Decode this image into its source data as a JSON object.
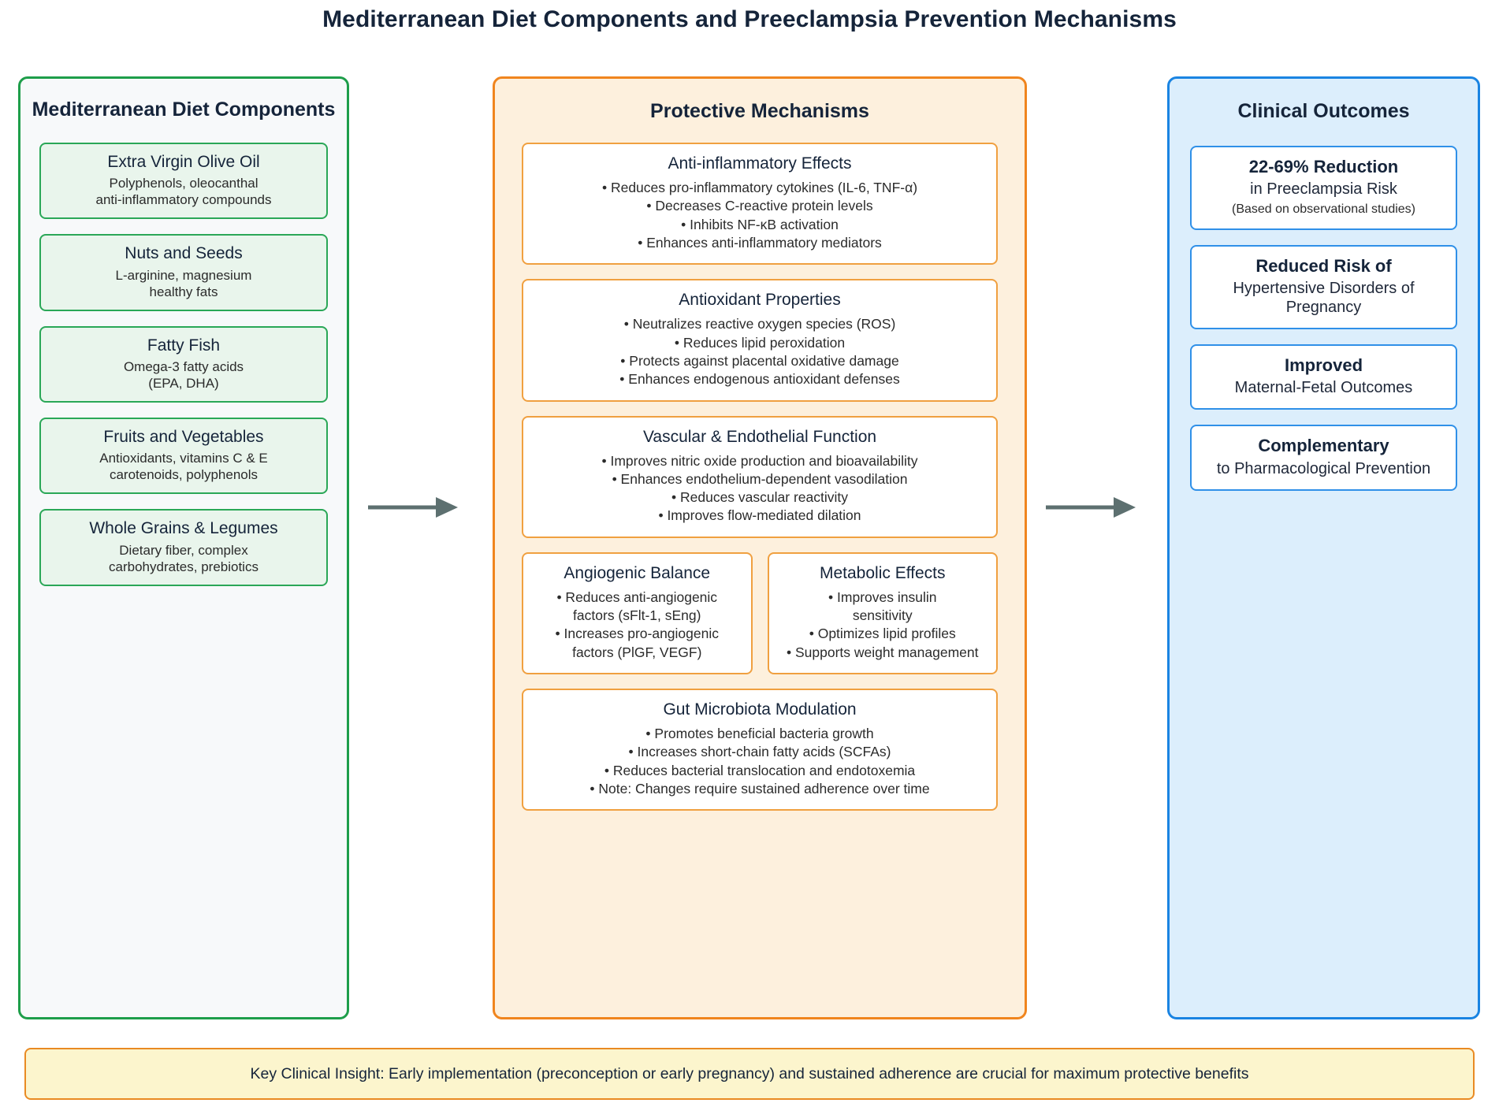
{
  "title": "Mediterranean Diet Components and Preeclampsia Prevention Mechanisms",
  "colors": {
    "green_border": "#1e9e4a",
    "orange_border": "#f0851e",
    "blue_border": "#1a84e2",
    "banner_border": "#e98a23",
    "banner_bg": "#fcf5cd",
    "arrow": "#5d7070"
  },
  "left_panel": {
    "heading": "Mediterranean Diet Components",
    "items": [
      {
        "name": "Extra Virgin Olive Oil",
        "desc_line1": "Polyphenols, oleocanthal",
        "desc_line2": "anti-inflammatory compounds"
      },
      {
        "name": "Nuts and Seeds",
        "desc_line1": "L-arginine, magnesium",
        "desc_line2": "healthy fats"
      },
      {
        "name": "Fatty Fish",
        "desc_line1": "Omega-3 fatty acids",
        "desc_line2": "(EPA, DHA)"
      },
      {
        "name": "Fruits and Vegetables",
        "desc_line1": "Antioxidants, vitamins C & E",
        "desc_line2": "carotenoids, polyphenols"
      },
      {
        "name": "Whole Grains & Legumes",
        "desc_line1": "Dietary fiber, complex",
        "desc_line2": "carbohydrates, prebiotics"
      }
    ]
  },
  "middle_panel": {
    "heading": "Protective Mechanisms",
    "mechanisms": [
      {
        "title": "Anti-inflammatory Effects",
        "bullets": [
          "• Reduces pro-inflammatory cytokines (IL-6, TNF-α)",
          "• Decreases C-reactive protein levels",
          "• Inhibits NF-κB activation",
          "• Enhances anti-inflammatory mediators"
        ]
      },
      {
        "title": "Antioxidant Properties",
        "bullets": [
          "• Neutralizes reactive oxygen species (ROS)",
          "• Reduces lipid peroxidation",
          "• Protects against placental oxidative damage",
          "• Enhances endogenous antioxidant defenses"
        ]
      },
      {
        "title": "Vascular & Endothelial Function",
        "bullets": [
          "• Improves nitric oxide production and bioavailability",
          "• Enhances endothelium-dependent vasodilation",
          "• Reduces vascular reactivity",
          "• Improves flow-mediated dilation"
        ]
      }
    ],
    "paired_mechanisms": [
      {
        "title": "Angiogenic Balance",
        "bullets": [
          "• Reduces anti-angiogenic",
          "factors (sFlt-1, sEng)",
          "• Increases pro-angiogenic",
          "factors (PlGF, VEGF)"
        ]
      },
      {
        "title": "Metabolic Effects",
        "bullets": [
          "• Improves insulin",
          "sensitivity",
          "• Optimizes lipid profiles",
          "• Supports weight management"
        ]
      }
    ],
    "final_mechanism": {
      "title": "Gut Microbiota Modulation",
      "bullets": [
        "• Promotes beneficial bacteria growth",
        "• Increases short-chain fatty acids (SCFAs)",
        "• Reduces bacterial translocation and endotoxemia",
        "• Note: Changes require sustained adherence over time"
      ]
    }
  },
  "right_panel": {
    "heading": "Clinical Outcomes",
    "outcomes": [
      {
        "head": "22-69% Reduction",
        "sub": "in Preeclampsia Risk",
        "note": "(Based on observational studies)"
      },
      {
        "head": "Reduced Risk of",
        "sub": "Hypertensive Disorders of Pregnancy",
        "note": ""
      },
      {
        "head": "Improved",
        "sub": "Maternal-Fetal Outcomes",
        "note": ""
      },
      {
        "head": "Complementary",
        "sub": "to Pharmacological Prevention",
        "note": ""
      }
    ]
  },
  "banner": {
    "text": "Key Clinical Insight: Early implementation (preconception or early pregnancy) and sustained adherence are crucial for maximum protective benefits"
  },
  "arrows": [
    {
      "name": "arrow-diet-to-mechanisms"
    },
    {
      "name": "arrow-mechanisms-to-outcomes"
    }
  ]
}
